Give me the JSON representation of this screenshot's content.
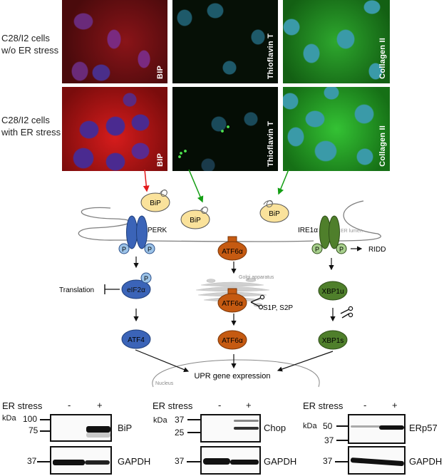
{
  "micrographs": {
    "rows": [
      {
        "label_line1": "C28/I2 cells",
        "label_line2": "w/o ER stress"
      },
      {
        "label_line1": "C28/I2 cells",
        "label_line2": "with ER stress"
      }
    ],
    "columns": [
      {
        "stain": "BIP",
        "color": "#c8161a"
      },
      {
        "stain": "Thioflavin T",
        "color": "#1fb01f"
      },
      {
        "stain": "Collagen II",
        "color": "#2cc32c"
      }
    ]
  },
  "pathway": {
    "bip_label": "BiP",
    "perk_label": "PERK",
    "ire1_label": "IRE1α",
    "atf6_label": "ATF6α",
    "phospho_label": "P",
    "er_lumen_label": "ER lumen",
    "golgi_label": "Golgi apparatus",
    "ridd_label": "RIDD",
    "translation_label": "Translation",
    "eif2a_label": "eIF2α",
    "atf4_label": "ATF4",
    "s1p_s2p_label": "S1P, S2P",
    "xbp1u_label": "XBP1u",
    "xbp1s_label": "XBP1s",
    "upr_label": "UPR gene expression",
    "nucleus_label": "Nucleus",
    "colors": {
      "perk": "#3b64b8",
      "perk_phospho": "#9cc3e8",
      "ire1": "#4f7f2b",
      "ire1_phospho": "#a8d08d",
      "atf6": "#c55a11",
      "bip": "#fae29b",
      "membrane": "#7f7f7f",
      "golgi": "#cfcfcf"
    }
  },
  "blots": [
    {
      "condition_label": "ER stress",
      "lanes": [
        "-",
        "+"
      ],
      "kda_label": "kDa",
      "target": "BiP",
      "target_markers": [
        "100",
        "75"
      ],
      "loading_control": "GAPDH",
      "loading_markers": [
        "37"
      ]
    },
    {
      "condition_label": "ER stress",
      "lanes": [
        "-",
        "+"
      ],
      "kda_label": "kDa",
      "target": "Chop",
      "target_markers": [
        "37",
        "25"
      ],
      "loading_control": "GAPDH",
      "loading_markers": [
        "37"
      ]
    },
    {
      "condition_label": "ER stress",
      "lanes": [
        "-",
        "+"
      ],
      "kda_label": "kDa",
      "target": "ERp57",
      "target_markers": [
        "50",
        "37"
      ],
      "loading_control": "GAPDH",
      "loading_markers": [
        "37"
      ]
    }
  ]
}
